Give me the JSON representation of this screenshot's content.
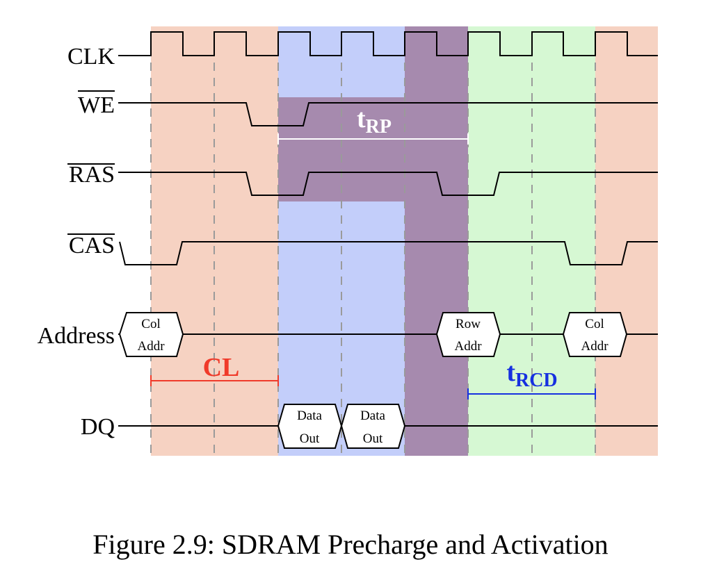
{
  "signals": {
    "clk": "CLK",
    "we": "WE",
    "ras": "RAS",
    "cas": "CAS",
    "address": "Address",
    "dq": "DQ"
  },
  "address_bus": [
    {
      "line1": "Col",
      "line2": "Addr"
    },
    {
      "line1": "Row",
      "line2": "Addr"
    },
    {
      "line1": "Col",
      "line2": "Addr"
    }
  ],
  "dq_bus": [
    {
      "line1": "Data",
      "line2": "Out"
    },
    {
      "line1": "Data",
      "line2": "Out"
    }
  ],
  "timings": {
    "trp": {
      "main": "t",
      "sub": "RP",
      "color": "#ffffff"
    },
    "cl": {
      "text": "CL",
      "color": "#f03a2a"
    },
    "trcd": {
      "main": "t",
      "sub": "RCD",
      "color": "#1630e0"
    }
  },
  "colors": {
    "cas_latency_region": "#f6d2c2",
    "data_out_region": "#c3cefa",
    "precharge_region": "#a68aae",
    "activation_region": "#d6f8d3"
  },
  "caption": "Figure 2.9: SDRAM Precharge and Activation"
}
